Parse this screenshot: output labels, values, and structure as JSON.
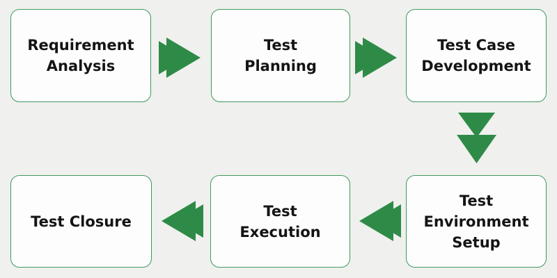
{
  "colors": {
    "page_bg": "#f0f0ee",
    "box_fill": "#fdfdfd",
    "box_border": "#3e9a5d",
    "arrow_green": "#2e8b47",
    "text_color": "#141414"
  },
  "flowchart": {
    "nodes": [
      {
        "id": "requirement-analysis",
        "label": "Requirement\nAnalysis"
      },
      {
        "id": "test-planning",
        "label": "Test\nPlanning"
      },
      {
        "id": "test-case-development",
        "label": "Test Case\nDevelopment"
      },
      {
        "id": "test-environment-setup",
        "label": "Test\nEnvironment\nSetup"
      },
      {
        "id": "test-execution",
        "label": "Test\nExecution"
      },
      {
        "id": "test-closure",
        "label": "Test Closure"
      }
    ],
    "connections": [
      {
        "from": "requirement-analysis",
        "to": "test-planning",
        "direction": "right"
      },
      {
        "from": "test-planning",
        "to": "test-case-development",
        "direction": "right"
      },
      {
        "from": "test-case-development",
        "to": "test-environment-setup",
        "direction": "down"
      },
      {
        "from": "test-environment-setup",
        "to": "test-execution",
        "direction": "left"
      },
      {
        "from": "test-execution",
        "to": "test-closure",
        "direction": "left"
      }
    ]
  }
}
